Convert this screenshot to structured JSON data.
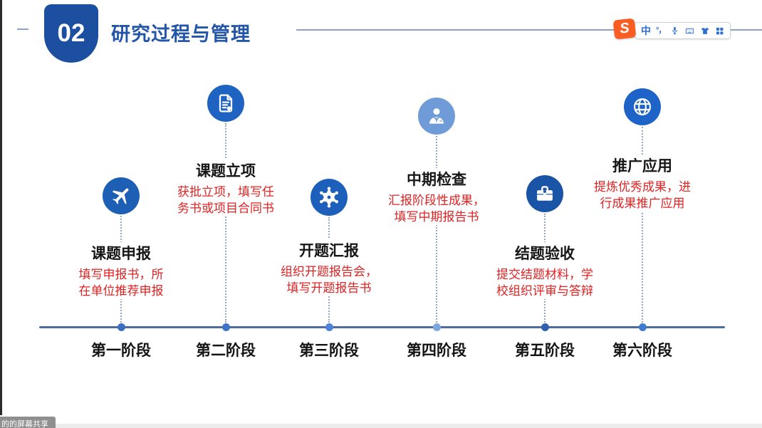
{
  "header": {
    "badge_number": "02",
    "title": "研究过程与管理"
  },
  "ime_toolbar": {
    "logo_letter": "S",
    "chinese_mode": "中",
    "punctuation": "°，"
  },
  "stages": [
    {
      "title": "课题申报",
      "desc_line1": "填写申报书，所",
      "desc_line2": "在单位推荐申报",
      "label": "第一阶段",
      "icon": "airplane",
      "circle_color": "#1d5fb4",
      "dot_color": "#3b6fc0"
    },
    {
      "title": "课题立项",
      "desc_line1": "获批立项，填写任",
      "desc_line2": "务书或项目合同书",
      "label": "第二阶段",
      "icon": "certificate-document",
      "circle_color": "#1e63c2",
      "dot_color": "#3f73c6"
    },
    {
      "title": "开题汇报",
      "desc_line1": "组织开题报告会，",
      "desc_line2": "填写开题报告书",
      "label": "第三阶段",
      "icon": "sheriff-star",
      "circle_color": "#1c60bc",
      "dot_color": "#4b84d8"
    },
    {
      "title": "中期检查",
      "desc_line1": "汇报阶段性成果，",
      "desc_line2": "填写中期报告书",
      "label": "第四阶段",
      "icon": "businessman",
      "circle_color": "#6f9cd8",
      "dot_color": "#7da8de"
    },
    {
      "title": "结题验收",
      "desc_line1": "提交结题材料，学",
      "desc_line2": "校组织评审与答辩",
      "label": "第五阶段",
      "icon": "briefcase",
      "circle_color": "#1a54a6",
      "dot_color": "#2e5fb0"
    },
    {
      "title": "推广应用",
      "desc_line1": "提炼优秀成果，进",
      "desc_line2": "行成果推广应用",
      "label": "第六阶段",
      "icon": "globe",
      "circle_color": "#1e63c8",
      "dot_color": "#3f7ad0"
    }
  ],
  "window": {
    "screen_share_label": "的的屏幕共享"
  },
  "colors": {
    "badge_bg": "#1d4fa1",
    "title_text": "#2356a8",
    "desc_text": "#e02222",
    "timeline": "#4c6d9f",
    "header_line": "#8aa3c8",
    "ime_icon": "#2e6fd6",
    "sogou_orange": "#f95d22"
  }
}
